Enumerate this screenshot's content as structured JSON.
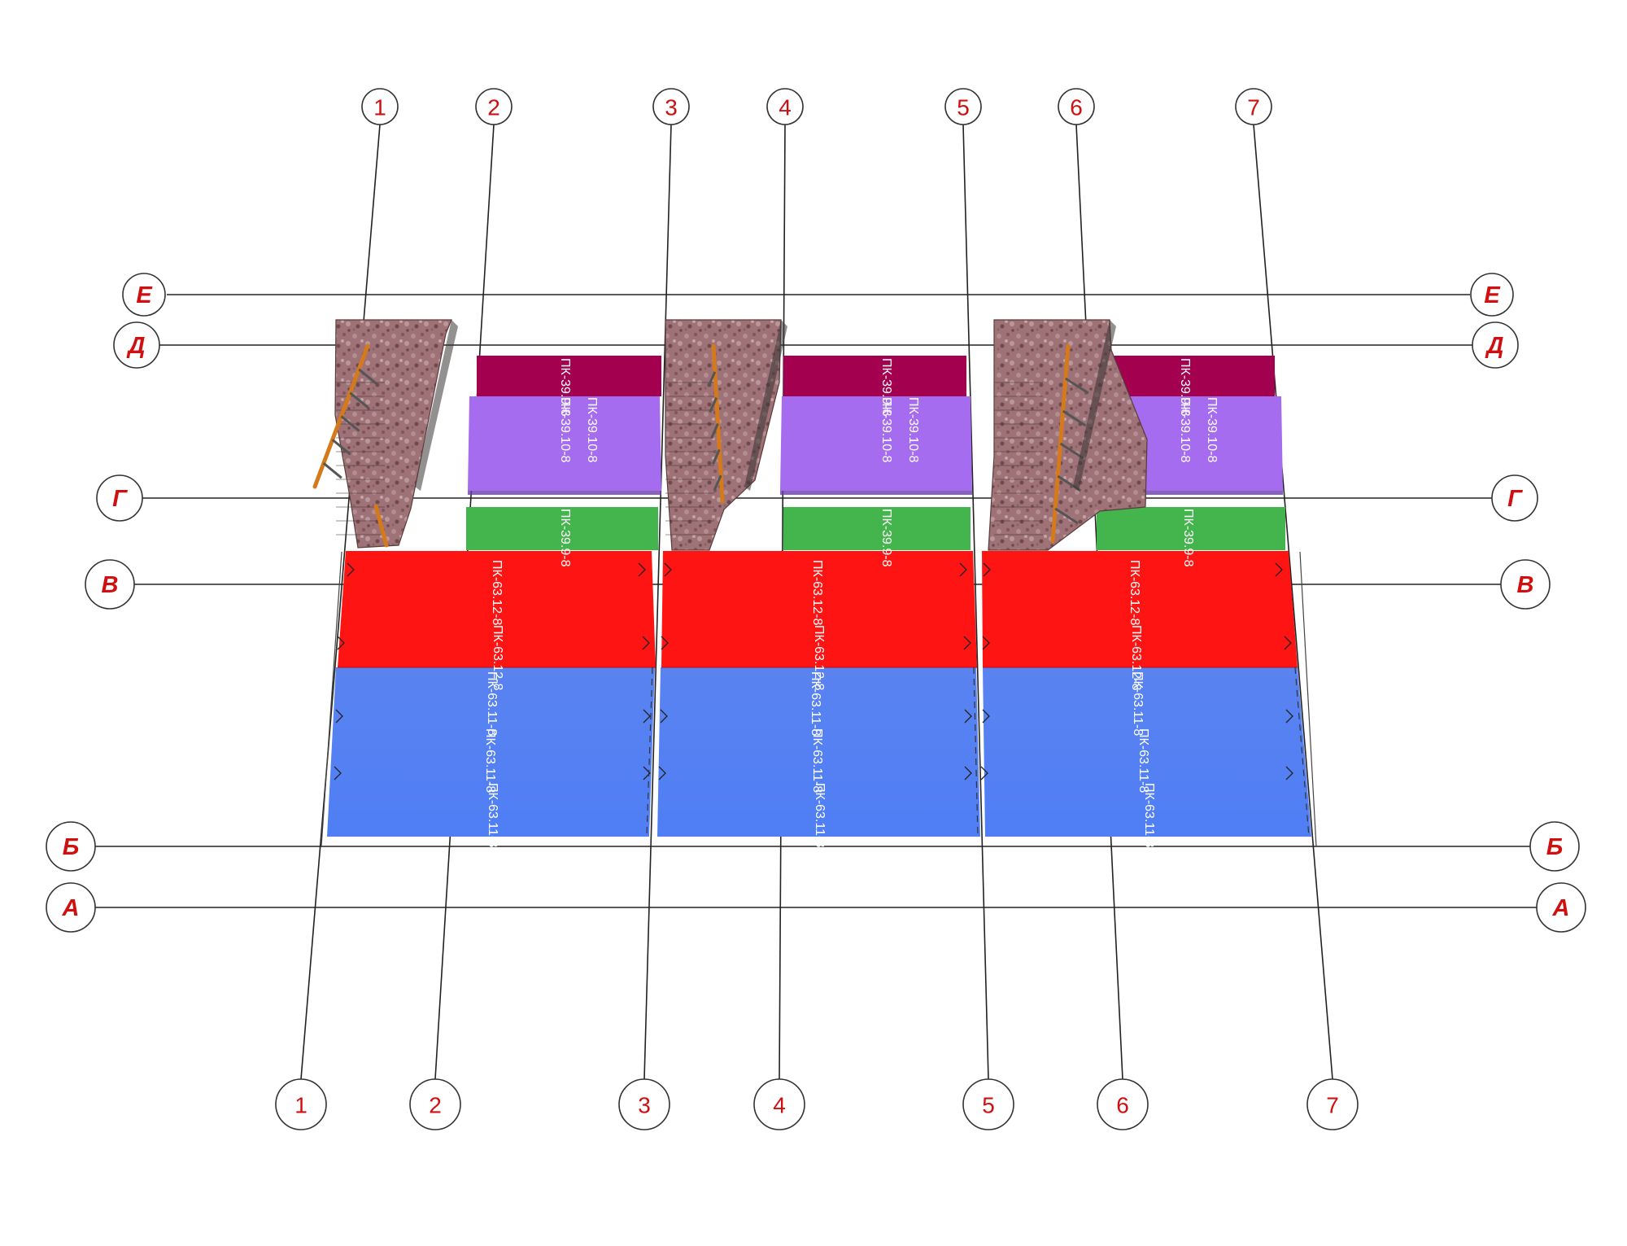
{
  "grid": {
    "columns": [
      "1",
      "2",
      "3",
      "4",
      "5",
      "6",
      "7"
    ],
    "rows": [
      "Е",
      "Д",
      "Г",
      "В",
      "Б",
      "А"
    ]
  },
  "colors": {
    "axis_label": "#d01010",
    "maroon": "#a3004f",
    "violet": "#a56cf0",
    "green": "#44b44c",
    "red": "#ff1414",
    "blue": "#5b86f0",
    "stone": "#9e7276",
    "railing": "#d47a1a"
  },
  "bays": [
    {
      "maroon_label": "ПК-39.9-8",
      "violet_labels": [
        "ПК-39.10-8",
        "ПК-39.10-8"
      ],
      "green_label": "ПК-39.9-8",
      "red_labels": [
        "ПК-63.12-8",
        "ПК-63.12-8"
      ],
      "blue_labels": [
        "ПК-63.11-8",
        "ПК-63.11-8",
        "ПК-63.11-8"
      ]
    },
    {
      "maroon_label": "ПК-39.9-8",
      "violet_labels": [
        "ПК-39.10-8",
        "ПК-39.10-8"
      ],
      "green_label": "ПК-39.9-8",
      "red_labels": [
        "ПК-63.12-8",
        "ПК-63.12-8"
      ],
      "blue_labels": [
        "ПК-63.11-8",
        "ПК-63.11-8",
        "ПК-63.11-8"
      ]
    },
    {
      "maroon_label": "ПК-39.9-8",
      "violet_labels": [
        "ПК-39.10-8",
        "ПК-39.10-8"
      ],
      "green_label": "ПК-39.9-8",
      "red_labels": [
        "ПК-63.12-8",
        "ПК-63.12-8"
      ],
      "blue_labels": [
        "ПК-63.11-8",
        "ПК-63.11-8",
        "ПК-63.11-8"
      ]
    }
  ]
}
